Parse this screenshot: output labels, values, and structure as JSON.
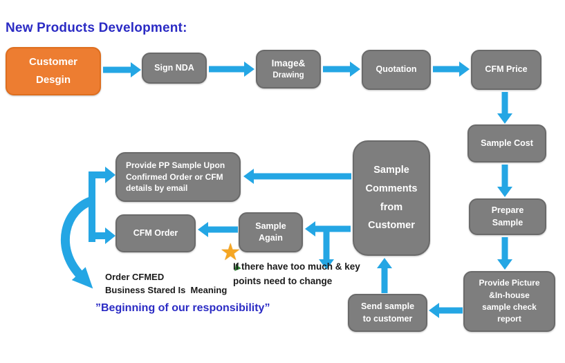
{
  "title": "New Products Development:",
  "colors": {
    "arrow_blue": "#24A6E4",
    "box_gray": "#7E7E7E",
    "accent_orange": "#ED7D31",
    "title_blue": "#2B2BC4",
    "star_gold": "#F5A623",
    "sprout_green": "#2E7D32"
  },
  "boxes": {
    "customer_design": {
      "label": "Customer\nDesgin"
    },
    "sign_nda": {
      "label": "Sign NDA"
    },
    "image_drawing": {
      "line1": "Image&",
      "line2": "Drawing"
    },
    "quotation": {
      "label": "Quotation"
    },
    "cfm_price": {
      "label": "CFM Price"
    },
    "sample_cost": {
      "label": "Sample Cost"
    },
    "prepare_sample": {
      "label": "Prepare\nSample"
    },
    "provide_picture": {
      "label": "Provide Picture\n&In-house\nsample check\nreport"
    },
    "sample_comments": {
      "label": "Sample\nComments\nfrom\nCustomer"
    },
    "provide_pp_sample": {
      "label": "Provide PP Sample Upon\nConfirmed Order or CFM\ndetails by email"
    },
    "cfm_order": {
      "label": "CFM Order"
    },
    "sample_again": {
      "label": "Sample\nAgain"
    },
    "send_sample": {
      "label": "Send sample\nto customer"
    }
  },
  "annotations": {
    "change_note": "If there have too much & key\npoints need to change",
    "order_note": "Order CFMED\nBusiness Stared Is  Meaning",
    "responsibility_quote": "”Beginning of our responsibility”",
    "star_icon": "star",
    "sprout_icon": "leaf-sprout"
  }
}
